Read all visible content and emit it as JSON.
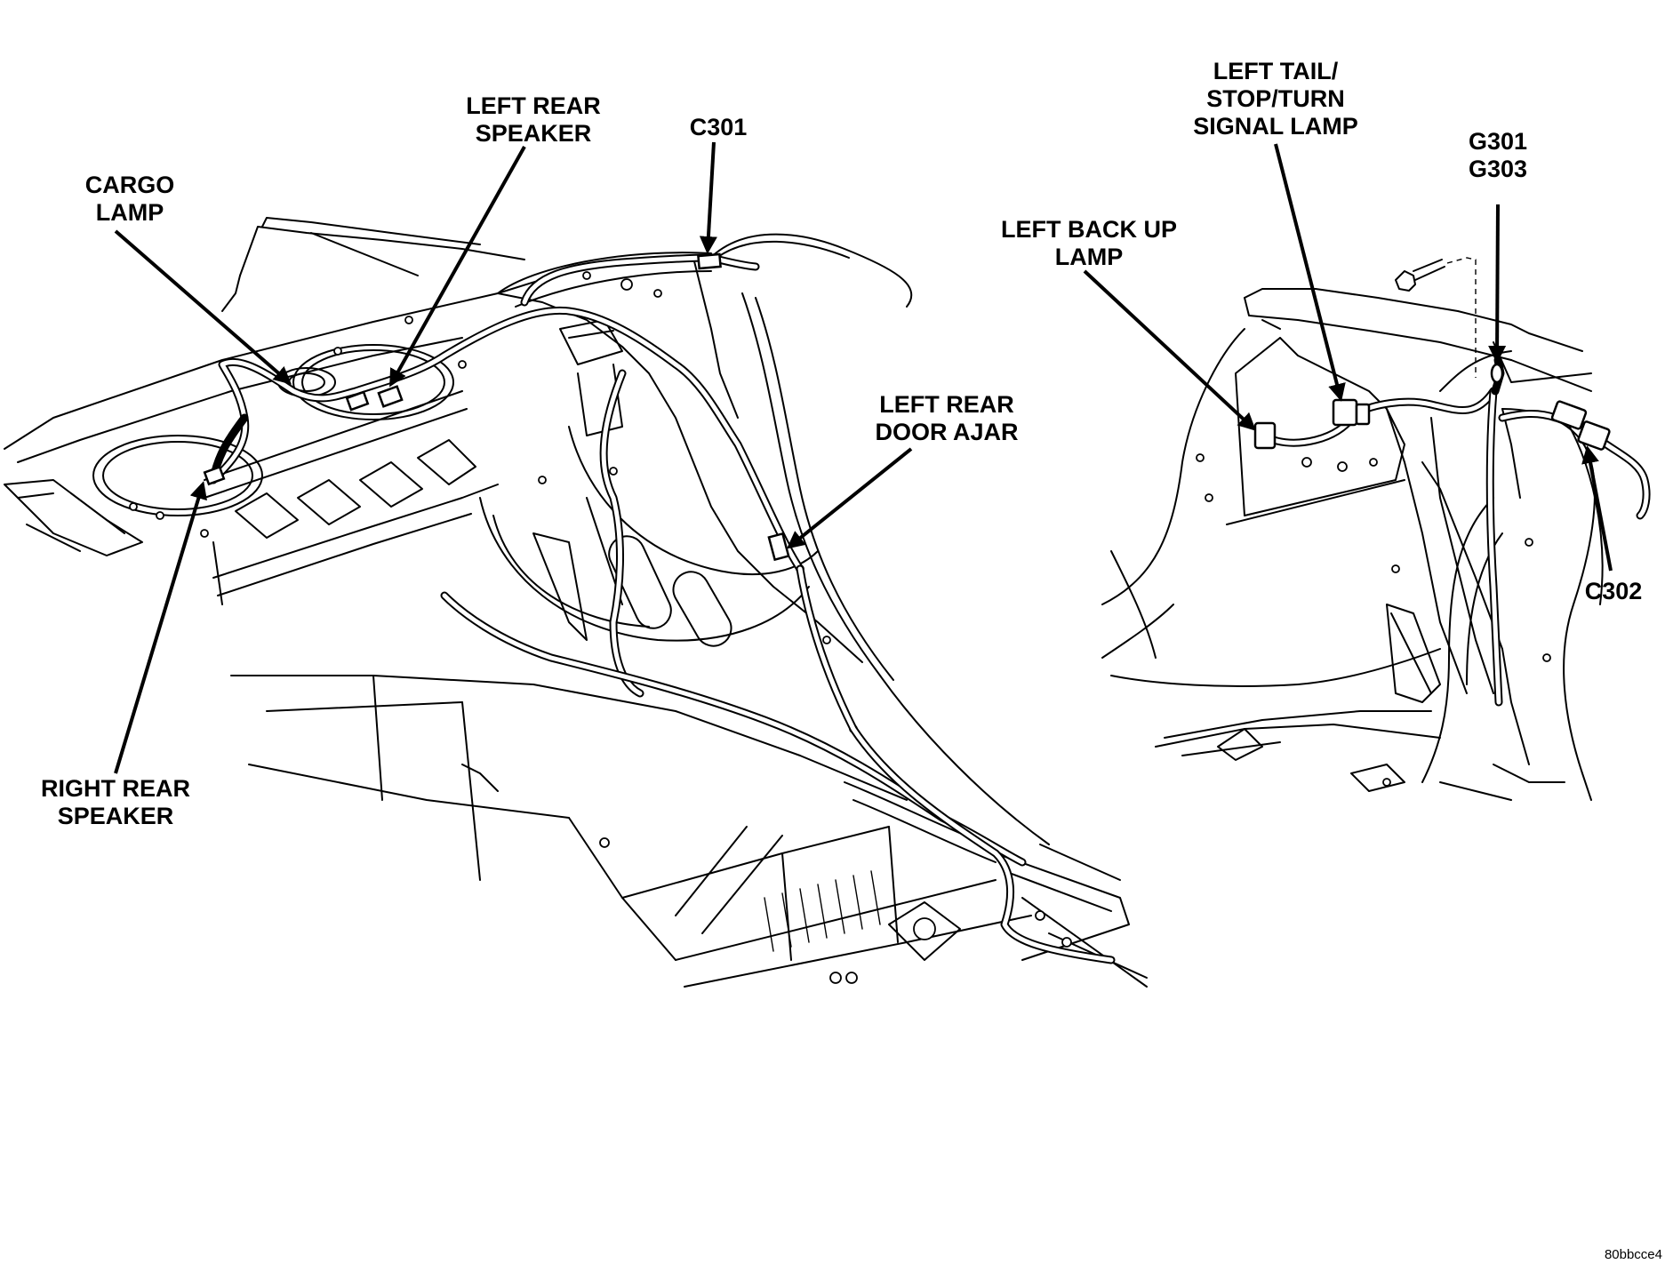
{
  "labels": {
    "cargo_lamp": [
      "CARGO",
      "LAMP"
    ],
    "left_rear_speaker": [
      "LEFT REAR",
      "SPEAKER"
    ],
    "c301": [
      "C301"
    ],
    "left_rear_door_ajar": [
      "LEFT REAR",
      "DOOR AJAR"
    ],
    "right_rear_speaker": [
      "RIGHT REAR",
      "SPEAKER"
    ],
    "left_back_up_lamp": [
      "LEFT BACK UP",
      "LAMP"
    ],
    "left_tail_stop_turn": [
      "LEFT TAIL/",
      "STOP/TURN",
      "SIGNAL LAMP"
    ],
    "g301_g303": [
      "G301",
      "G303"
    ],
    "c302": [
      "C302"
    ]
  },
  "figure_id": "80bbcce4"
}
